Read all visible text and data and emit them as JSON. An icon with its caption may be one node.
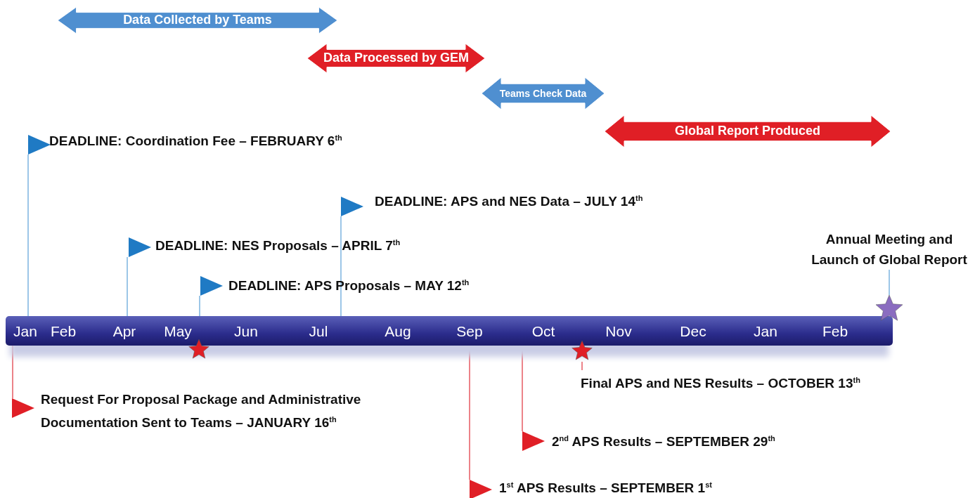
{
  "diagram": {
    "nodes": [
      {
        "text": [
          "Data Collected by Teams"
        ]
      },
      {
        "text": [
          "Data Processed by GEM"
        ]
      },
      {
        "text": [
          "Teams Check Data"
        ]
      },
      {
        "text": [
          "Global Report Produced"
        ]
      },
      {
        "text": [],
        "shape": "bar"
      },
      {
        "text": [],
        "shape": "flag",
        "beside": [
          "DEADLINE: Coordination Fee – FEBRUARY 6$^{th}$"
        ]
      },
      {
        "text": [],
        "shape": "flag",
        "beside": [
          "DEADLINE: APS and NES Data –  JULY 14$^{th}$"
        ]
      },
      {
        "text": [],
        "shape": "flag",
        "beside": [
          "DEADLINE: NES Proposals – APRIL 7$^{th}$"
        ]
      },
      {
        "text": [],
        "shape": "flag",
        "beside": [
          "DEADLINE: APS Proposals – MAY 12$^{th}$"
        ]
      },
      {
        "text": [
          "Annual Meeting and Launch of Global Report"
        ]
      },
      {
        "text": [],
        "shape": "star"
      },
      {
        "text": [],
        "shape": "star"
      },
      {
        "text": [],
        "shape": "star"
      },
      {
        "text": [
          "Final APS and NES Results – OCTOBER 13$^{th}$"
        ]
      },
      {
        "text": [],
        "shape": "flag",
        "beside": [
          "Request For Proposal Package  and Administrative Documentation Sent to Teams – JANUARY 16$^{th}$"
        ]
      },
      {
        "text": [],
        "shape": "flag",
        "beside": [
          "2$^{nd}$ APS Results – SEPTEMBER 29$^{th}$"
        ]
      },
      {
        "text": [],
        "shape": "flag",
        "beside": [
          "1$^{st}$ APS Results – SEPTEMBER 1$^{st}$"
        ]
      }
    ],
    "edges": [
      {
        "from": 5,
        "to": 4,
        "arrow": "none"
      },
      {
        "from": 6,
        "to": 4,
        "arrow": "none"
      },
      {
        "from": 7,
        "to": 4,
        "arrow": "none"
      },
      {
        "from": 8,
        "to": 4,
        "arrow": "none"
      },
      {
        "from": 9,
        "to": 10,
        "arrow": "none"
      },
      {
        "from": 12,
        "to": 13,
        "arrow": "none",
        "color": "#e0303a"
      },
      {
        "from": 14,
        "to": 4,
        "arrow": "none",
        "color": "#e0303a"
      },
      {
        "from": 15,
        "to": 4,
        "arrow": "none",
        "color": "#e0303a"
      },
      {
        "from": 16,
        "to": 4,
        "arrow": "none",
        "color": "#e0303a"
      }
    ],
    "labels": [
      "Jan",
      "Feb",
      "Apr",
      "May",
      "Jun",
      "Jul",
      "Aug",
      "Sep",
      "Oct",
      "Nov",
      "Dec",
      "Jan",
      "Feb"
    ]
  }
}
